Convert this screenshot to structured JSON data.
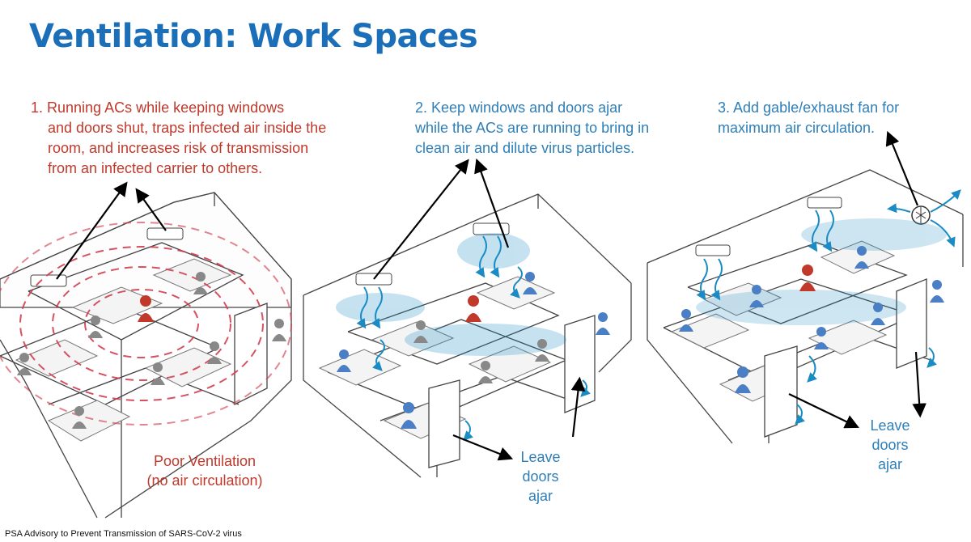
{
  "title": "Ventilation: Work Spaces",
  "panels": [
    {
      "caption": [
        "1.  Running ACs while keeping windows",
        "and doors shut, traps infected air inside the",
        "room, and increases risk of transmission",
        "from an infected carrier to others."
      ],
      "note": [
        "Poor Ventilation",
        "(no air circulation)"
      ]
    },
    {
      "caption": [
        "2. Keep windows and doors ajar",
        "while the ACs are running to bring in",
        "clean air and dilute virus particles."
      ],
      "note": [
        "Leave",
        "doors",
        "ajar"
      ]
    },
    {
      "caption": [
        "3. Add gable/exhaust fan for",
        "maximum air circulation."
      ],
      "note": [
        "Leave",
        "doors",
        "ajar"
      ]
    }
  ],
  "footer": "PSA Advisory to Prevent Transmission of SARS-CoV-2 virus",
  "colors": {
    "title": "#1b6fb8",
    "caption_red": "#c0392b",
    "caption_blue": "#2e7fb8",
    "infected_person": "#c0392b",
    "healthy_person": "#4a7fc6",
    "neutral_person": "#888888",
    "airflow_clean": "#1a8bc4",
    "airflow_contaminated": "#d04050"
  },
  "icons": [
    "air-conditioner-icon",
    "exhaust-fan-icon",
    "person-icon",
    "door-icon",
    "airflow-arrow-icon"
  ]
}
